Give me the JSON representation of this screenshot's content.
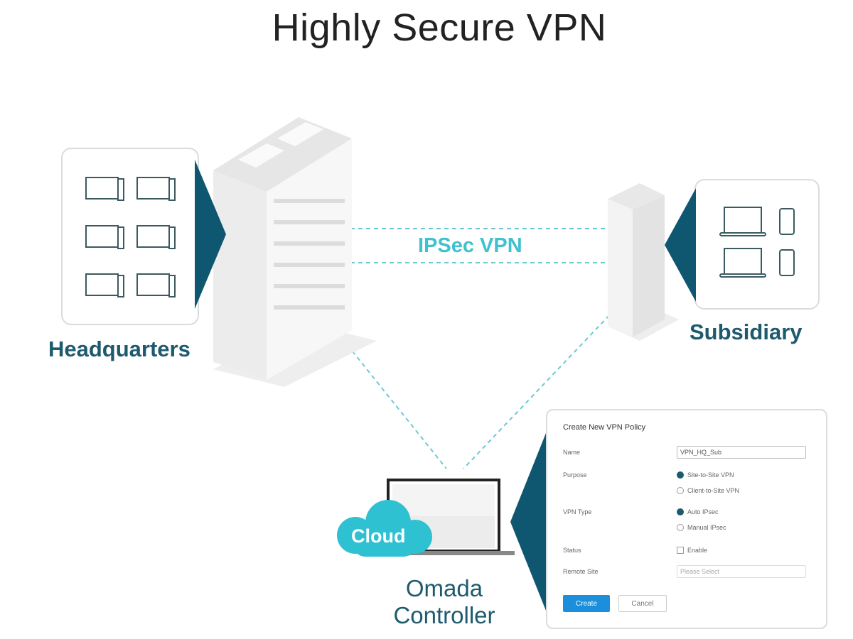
{
  "title": "Highly Secure VPN",
  "link_label": "IPSec VPN",
  "headquarters": {
    "label": "Headquarters",
    "devices": [
      "desktop",
      "desktop",
      "desktop",
      "desktop",
      "desktop",
      "desktop"
    ]
  },
  "subsidiary": {
    "label": "Subsidiary",
    "devices": [
      "laptop",
      "phone",
      "laptop",
      "phone"
    ]
  },
  "controller": {
    "cloud_label": "Cloud",
    "label_line1": "Omada",
    "label_line2": "Controller"
  },
  "colors": {
    "accent": "#3fc1cf",
    "dark_teal": "#1d5a6e",
    "arrow": "#0f5670",
    "button": "#1b8fdc"
  },
  "dialog": {
    "title": "Create New VPN Policy",
    "fields": {
      "name_label": "Name",
      "name_value": "VPN_HQ_Sub",
      "purpose_label": "Purpose",
      "purpose_opt1": "Site-to-Site VPN",
      "purpose_opt2": "Client-to-Site VPN",
      "type_label": "VPN Type",
      "type_opt1": "Auto IPsec",
      "type_opt2": "Manual IPsec",
      "status_label": "Status",
      "status_value": "Enable",
      "remote_label": "Remote Site",
      "remote_placeholder": "Please Select"
    },
    "create_label": "Create",
    "cancel_label": "Cancel"
  }
}
